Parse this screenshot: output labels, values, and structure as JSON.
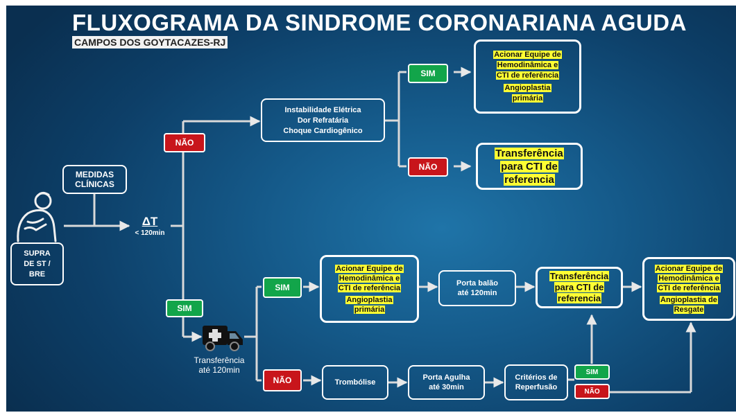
{
  "title": "FLUXOGRAMA DA SINDROME CORONARIANA AGUDA",
  "subtitle": "CAMPOS DOS GOYTACAZES-RJ",
  "patient": {
    "lines": [
      "SUPRA",
      "DE ST /",
      "BRE"
    ]
  },
  "medidas": {
    "lines": [
      "MEDIDAS",
      "CLÍNICAS"
    ]
  },
  "delta": {
    "symbol": "ΔT",
    "value": "< 120min"
  },
  "tags": {
    "sim": "SIM",
    "nao": "NÃO"
  },
  "instabilidade": {
    "lines": [
      "Instabilidade Elétrica",
      "Dor Refratária",
      "Choque Cardiogênico"
    ]
  },
  "acionar_hemo": {
    "line1": "Acionar Equipe de",
    "line2": "Hemodinâmica e",
    "line3": "CTI de referência",
    "ang1": "Angioplastia",
    "ang2": "primária"
  },
  "transf_top": {
    "line1": "Transferência",
    "line2": "para CTI de",
    "line3": "referencia"
  },
  "transport": {
    "line1": "Transferência",
    "line2": "até 120min"
  },
  "porta_balao": {
    "line1": "Porta balão",
    "line2": "até 120min"
  },
  "transf_mid": {
    "line1": "Transferência",
    "line2": "para CTI de",
    "line3": "referencia"
  },
  "resgate": {
    "line1": "Acionar Equipe de",
    "line2": "Hemodinâmica e",
    "line3": "CTI de referência",
    "ang1": "Angioplastia de",
    "ang2": "Resgate"
  },
  "trombolise": "Trombólise",
  "porta_agulha": {
    "line1": "Porta Agulha",
    "line2": "até 30min"
  },
  "criterios": {
    "line1": "Critérios de",
    "line2": "Reperfusão"
  },
  "icons": {
    "patient": "patient-holding-chest-icon",
    "ambulance": "ambulance-icon"
  },
  "colors": {
    "sim": "#12a54a",
    "nao": "#c8151b",
    "highlight": "#ffff33",
    "background": "#155a8a"
  }
}
